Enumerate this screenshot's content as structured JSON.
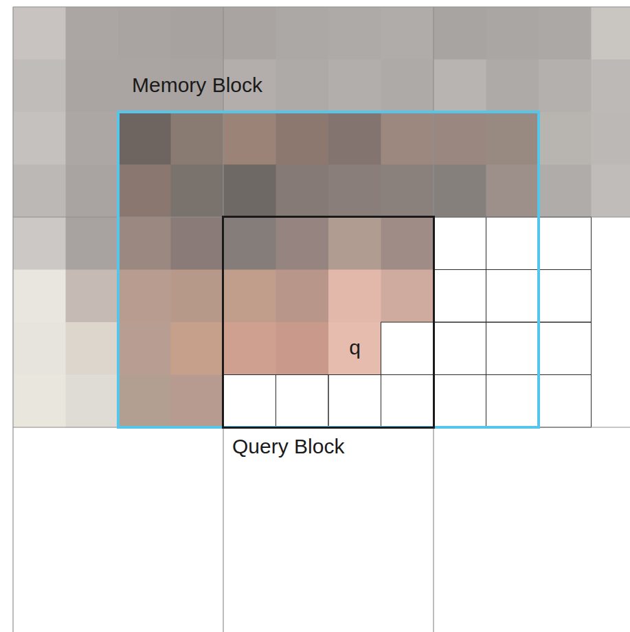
{
  "diagram": {
    "nodes": [
      {
        "text": [
          "Memory Block"
        ]
      },
      {
        "text": [
          "Query Block"
        ],
        "in": 0
      },
      {
        "text": [
          "q"
        ],
        "in": 1
      }
    ]
  }
}
